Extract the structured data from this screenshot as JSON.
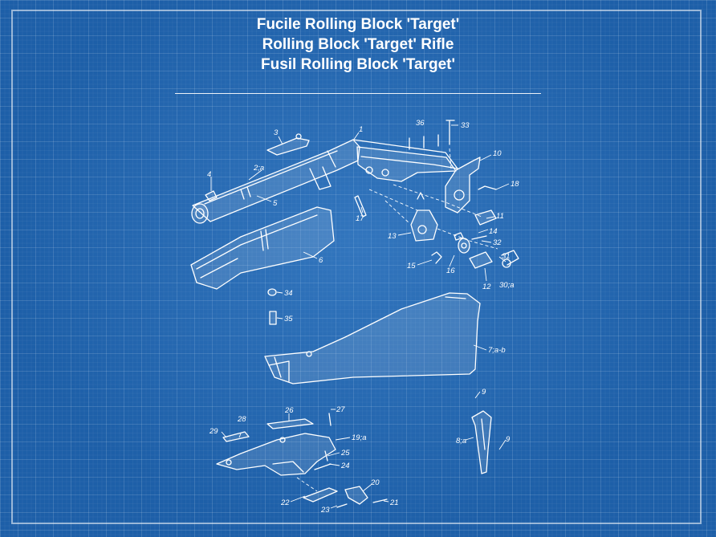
{
  "titles": [
    "Fucile Rolling Block 'Target'",
    "Rolling Block 'Target' Rifle",
    "Fusil Rolling Block 'Target'"
  ],
  "labels": {
    "p1": "1",
    "p2a": "2;a",
    "p3": "3",
    "p4": "4",
    "p5": "5",
    "p6": "6",
    "p7ab": "7;a-b",
    "p8a": "8;a",
    "p9a": "9",
    "p9b": "9",
    "p10": "10",
    "p11": "11",
    "p12": "12",
    "p13": "13",
    "p14": "14",
    "p15": "15",
    "p16": "16",
    "p17": "17",
    "p18": "18",
    "p19a": "19;a",
    "p20": "20",
    "p21": "21",
    "p22": "22",
    "p23": "23",
    "p24": "24",
    "p25": "25",
    "p26": "26",
    "p27": "27",
    "p28": "28",
    "p29": "29",
    "p30a": "30;a",
    "p31": "31",
    "p32": "32",
    "p33": "33",
    "p34": "34",
    "p35": "35",
    "p36": "36"
  },
  "colors": {
    "background": "#1d5fa8",
    "lines": "#ffffff"
  }
}
